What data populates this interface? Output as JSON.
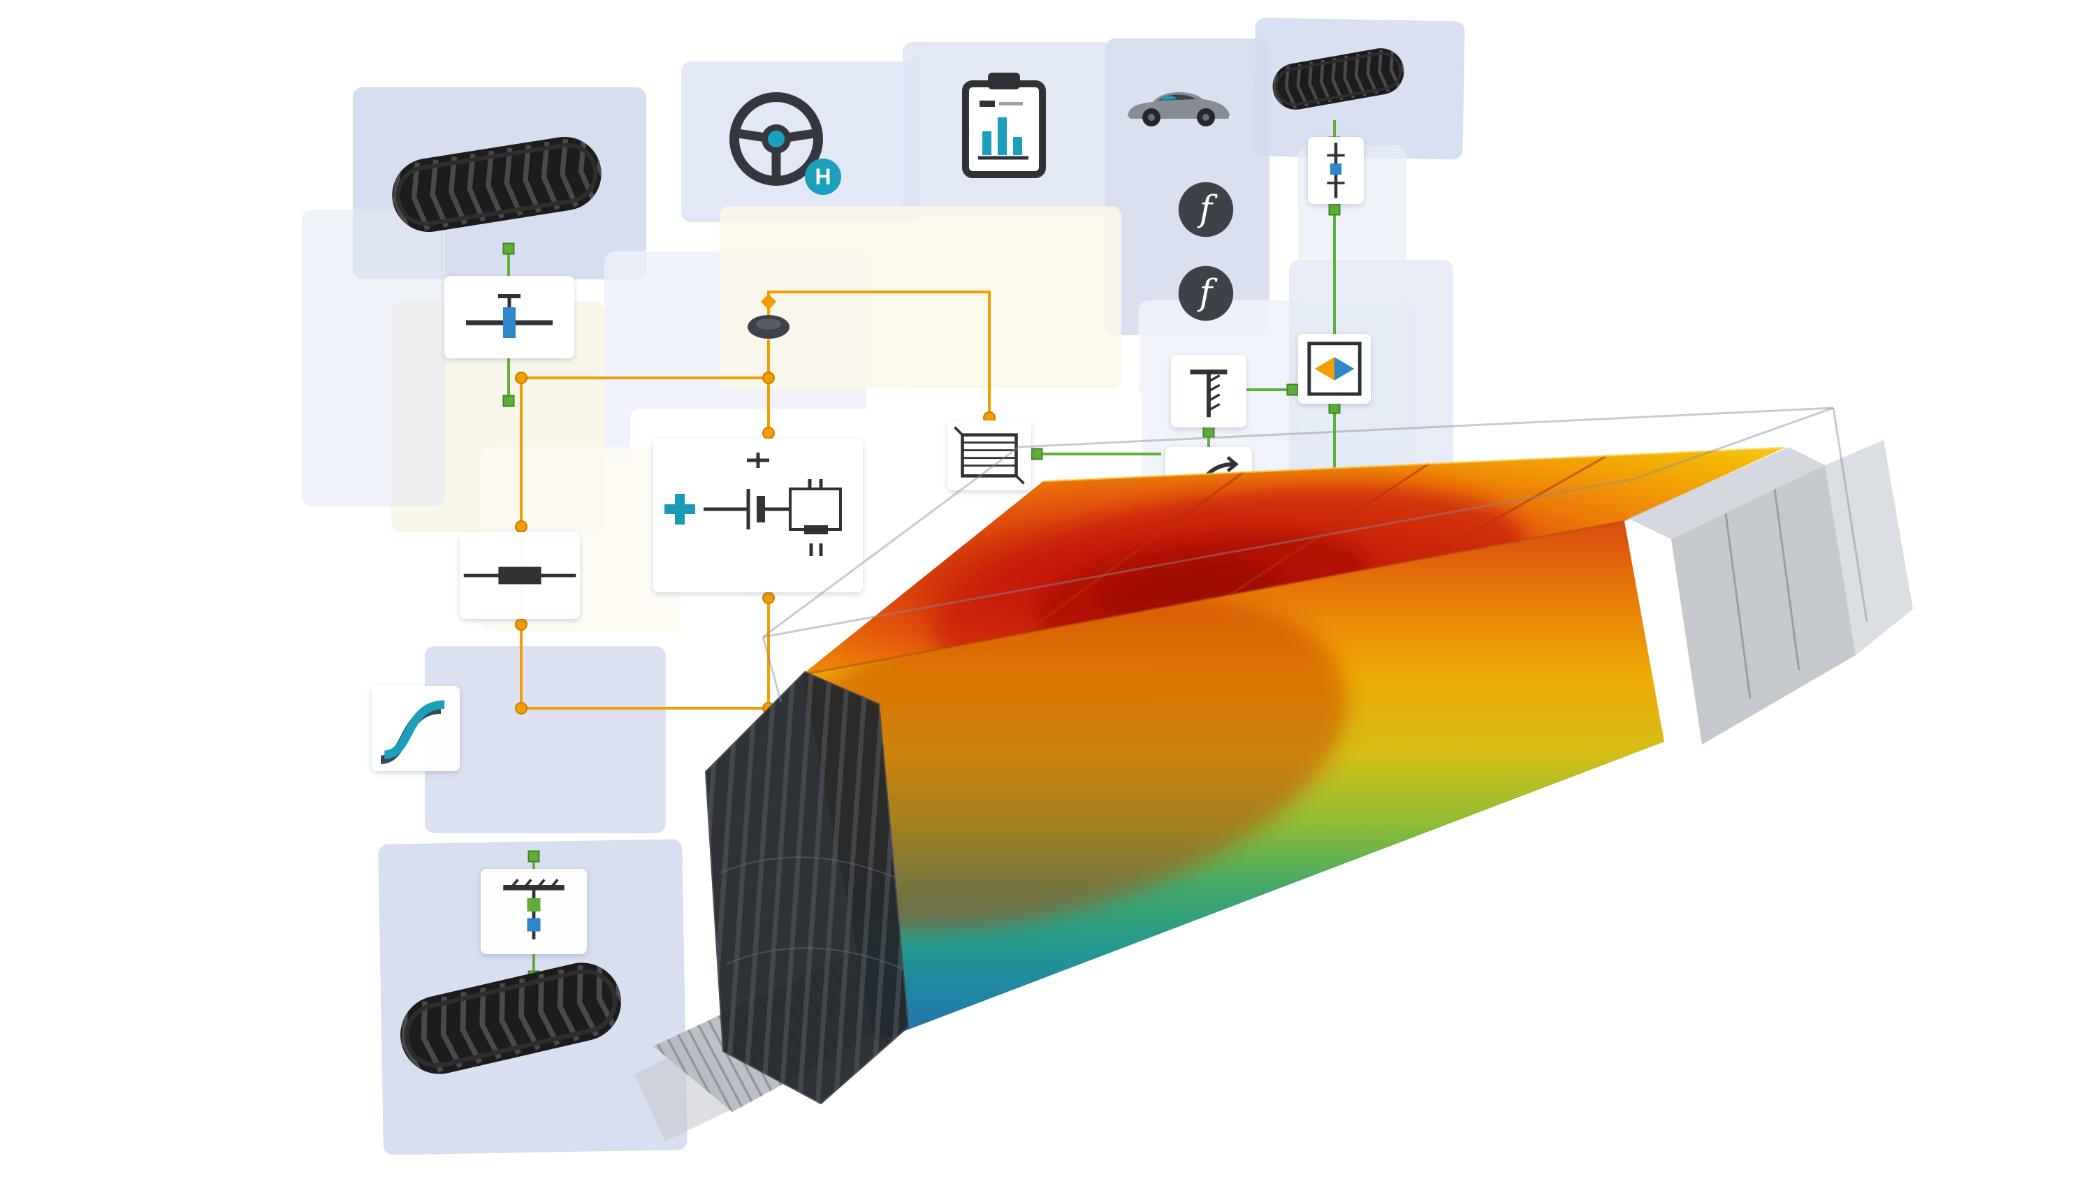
{
  "scene": {
    "description": "System-simulation schematic collage of an electrified vehicle (tires, steering wheel, driver controls, battery equivalent circuit, pump, radiator, heat exchangers, function blocks) connected by orange coolant lines and green signal lines, with a large 3D thermal simulation result of a battery pack (hot red top fading to cool blue bottom) inside a translucent gray casing.",
    "background_color": "#ffffff"
  },
  "labels": {
    "hybrid_badge": "H",
    "function_badge_1": "f",
    "function_badge_2": "f"
  },
  "palette": {
    "panel_blue": "#d5dcef",
    "panel_cream": "#f7f5e7",
    "panel_white": "#ffffff",
    "accent_teal": "#1aa0bd",
    "accent_orange": "#f59c00",
    "accent_green": "#5fae3a",
    "accent_blue": "#2f86c8",
    "icon_dark": "#2f3338",
    "tire_black": "#1c1c1c"
  },
  "battery_render": {
    "type": "3d-thermal-surface",
    "top_gradient": [
      "#a81004",
      "#c41c08",
      "#dd480c",
      "#ec7a08",
      "#f29d06",
      "#f4b804",
      "#f6c61b"
    ],
    "front_gradient": [
      "#d84a0e",
      "#e97e07",
      "#eeaa06",
      "#d3bf17",
      "#8fbc34",
      "#45a968",
      "#22988f",
      "#1f82a8",
      "#2a6e9b"
    ],
    "case_color": "rgba(150,156,166,0.55)"
  },
  "components": [
    {
      "icon": "tire-icon",
      "id": "tire-front-left"
    },
    {
      "icon": "gearbox-icon",
      "id": "gearbox-front-left"
    },
    {
      "icon": "steering-wheel-icon",
      "id": "steering-wheel"
    },
    {
      "icon": "clipboard-chart-icon",
      "id": "driver-controls"
    },
    {
      "icon": "car-icon",
      "id": "vehicle-body"
    },
    {
      "icon": "tire-icon",
      "id": "tire-top-right"
    },
    {
      "icon": "function-icon",
      "id": "function-block-1"
    },
    {
      "icon": "function-icon",
      "id": "function-block-2"
    },
    {
      "icon": "damper-icon",
      "id": "damper-right"
    },
    {
      "icon": "battery-circuit-icon",
      "id": "battery-equivalent-circuit"
    },
    {
      "icon": "resistor-icon",
      "id": "resistor"
    },
    {
      "icon": "pump-icon",
      "id": "coolant-pump"
    },
    {
      "icon": "radiator-icon",
      "id": "radiator"
    },
    {
      "icon": "thermal-mass-icon",
      "id": "thermal-mass"
    },
    {
      "icon": "heat-exchanger-icon",
      "id": "heat-exchanger"
    },
    {
      "icon": "signal-curve-icon",
      "id": "signal-source"
    },
    {
      "icon": "s-curve-icon",
      "id": "duty-cycle"
    },
    {
      "icon": "gear-shift-icon",
      "id": "gearbox-rear-left"
    },
    {
      "icon": "tire-icon",
      "id": "tire-rear-left"
    },
    {
      "icon": "battery-pack-3d",
      "id": "battery-pack-thermal-result"
    }
  ]
}
